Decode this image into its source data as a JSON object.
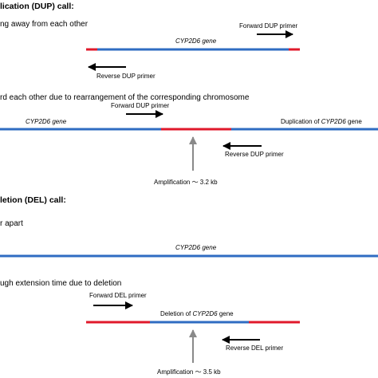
{
  "colors": {
    "blue": "#2f6cc2",
    "red": "#e0192b",
    "arrow": "#000000",
    "grey_arrow": "#8a8a8a"
  },
  "dup": {
    "heading": "lication (DUP) call:",
    "case1": {
      "description": "ng away from each other",
      "forward_primer": "Forward DUP primer",
      "gene_label": "CYP2D6 gene",
      "reverse_primer": "Reverse DUP primer"
    },
    "case2": {
      "description": "rd each other due to rearrangement of the corresponding chromosome",
      "forward_primer": "Forward DUP primer",
      "gene_label": "CYP2D6 gene",
      "duplication_prefix": "Duplication of ",
      "duplication_gene": "CYP2D6",
      "duplication_suffix": " gene",
      "reverse_primer": "Reverse DUP primer",
      "amplification": "Amplification 〜 3.2 kb"
    }
  },
  "del": {
    "heading": "letion (DEL) call:",
    "case1": {
      "description": "r apart",
      "gene_label": "CYP2D6 gene"
    },
    "case2": {
      "description": "ugh extension time due to deletion",
      "forward_primer": "Forward DEL primer",
      "deletion_prefix": "Deletion of ",
      "deletion_gene": "CYP2D6",
      "deletion_suffix": " gene",
      "reverse_primer": "Reverse DEL primer",
      "amplification": "Amplification 〜 3.5 kb"
    }
  }
}
